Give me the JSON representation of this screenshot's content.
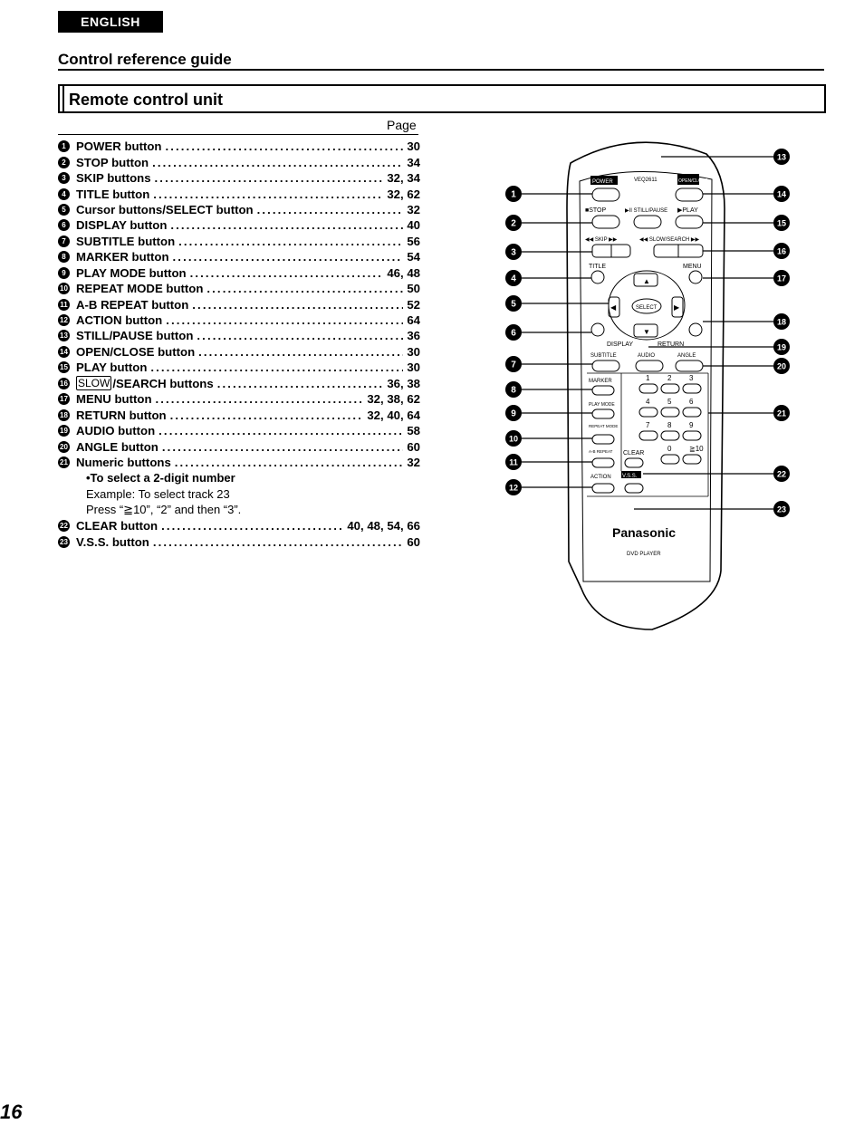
{
  "language_badge": "ENGLISH",
  "section_title": "Control reference guide",
  "heading": "Remote control unit",
  "page_column_label": "Page",
  "items": [
    {
      "num": "1",
      "label": "POWER button",
      "pages": "30"
    },
    {
      "num": "2",
      "label": "STOP button",
      "pages": "34"
    },
    {
      "num": "3",
      "label": "SKIP buttons",
      "pages": "32, 34"
    },
    {
      "num": "4",
      "label": "TITLE button",
      "pages": "32, 62"
    },
    {
      "num": "5",
      "label": "Cursor buttons/SELECT button",
      "pages": "32"
    },
    {
      "num": "6",
      "label": "DISPLAY button",
      "pages": "40"
    },
    {
      "num": "7",
      "label": "SUBTITLE button",
      "pages": "56"
    },
    {
      "num": "8",
      "label": "MARKER button",
      "pages": "54"
    },
    {
      "num": "9",
      "label": "PLAY MODE button",
      "pages": "46, 48"
    },
    {
      "num": "10",
      "label": "REPEAT MODE button",
      "pages": "50"
    },
    {
      "num": "11",
      "label": "A-B REPEAT button",
      "pages": "52"
    },
    {
      "num": "12",
      "label": "ACTION button",
      "pages": "64"
    },
    {
      "num": "13",
      "label": "STILL/PAUSE button",
      "pages": "36"
    },
    {
      "num": "14",
      "label": "OPEN/CLOSE button",
      "pages": "30"
    },
    {
      "num": "15",
      "label": "PLAY button",
      "pages": "30"
    },
    {
      "num": "16",
      "boxed": "SLOW",
      "label": "/SEARCH buttons",
      "pages": "36, 38"
    },
    {
      "num": "17",
      "label": "MENU button",
      "pages": "32, 38, 62"
    },
    {
      "num": "18",
      "label": "RETURN button",
      "pages": "32, 40, 64"
    },
    {
      "num": "19",
      "label": "AUDIO button",
      "pages": "58"
    },
    {
      "num": "20",
      "label": "ANGLE button",
      "pages": "60"
    },
    {
      "num": "21",
      "label": "Numeric buttons",
      "pages": "32"
    }
  ],
  "numeric_note": {
    "heading": "•To select a 2-digit number",
    "example": "Example:  To select track 23",
    "press": "Press “≧10”, “2” and then “3”."
  },
  "items_after": [
    {
      "num": "22",
      "label": "CLEAR button",
      "pages": "40, 48, 54, 66"
    },
    {
      "num": "23",
      "label": "V.S.S. button",
      "pages": "60"
    }
  ],
  "page_number": "16",
  "remote": {
    "model": "VEQ2611",
    "brand": "Panasonic",
    "product": "DVD PLAYER",
    "labels": {
      "power": "POWER",
      "open_close": "OPEN/CLOSE",
      "stop": "■STOP",
      "still_pause": "▶II STILL/PAUSE",
      "play": "▶PLAY",
      "skip": "◀◀ SKIP ▶▶",
      "slow_search": "◀◀ SLOW/SEARCH ▶▶",
      "title": "TITLE",
      "menu": "MENU",
      "select": "SELECT",
      "display": "DISPLAY",
      "return": "RETURN",
      "subtitle": "SUBTITLE",
      "audio": "AUDIO",
      "angle": "ANGLE",
      "marker": "MARKER",
      "play_mode": "PLAY MODE",
      "repeat_mode": "REPEAT MODE",
      "ab_repeat": "A-B REPEAT",
      "clear": "CLEAR",
      "action": "ACTION",
      "vss": "V.S.S.",
      "digits": [
        "1",
        "2",
        "3",
        "4",
        "5",
        "6",
        "7",
        "8",
        "9",
        "0",
        "≧10"
      ]
    }
  }
}
